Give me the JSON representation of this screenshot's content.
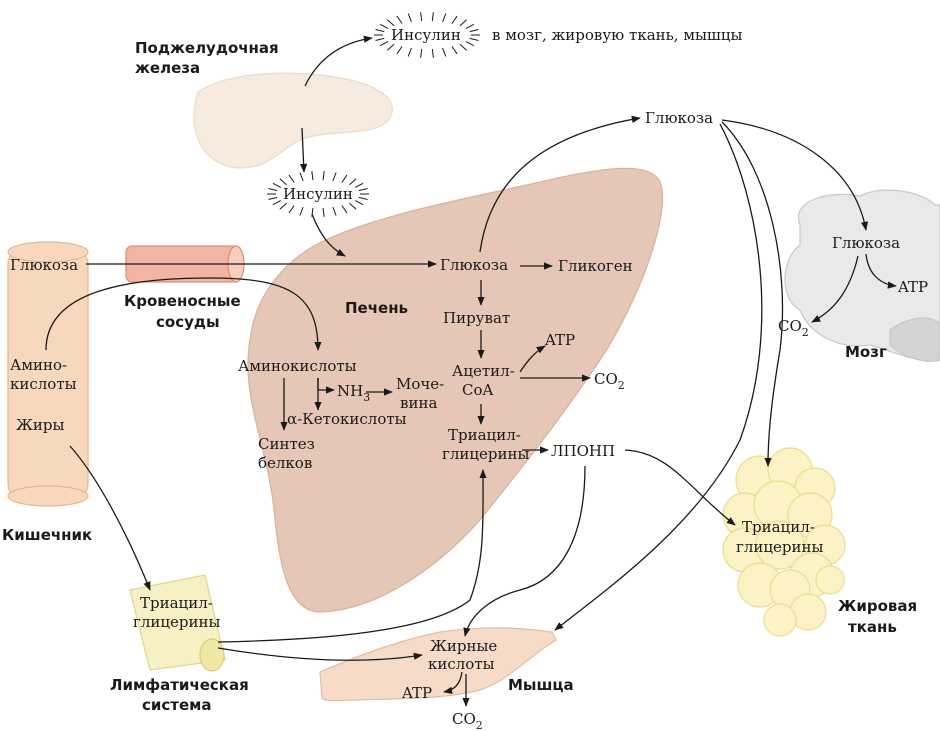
{
  "labels": {
    "pancreas_l1": "Поджелудочная",
    "pancreas_l2": "железа",
    "insulin_top": "Инсулин",
    "insulin_targets": "в мозг, жировую ткань, мышцы",
    "insulin_mid": "Инсулин",
    "glucose_top": "Глюкоза",
    "glucose_left": "Глюкоза",
    "vessels_l1": "Кровеносные",
    "vessels_l2": "сосуды",
    "amino_l1": "Амино-",
    "amino_l2": "кислоты",
    "fats": "Жиры",
    "intestine": "Кишечник",
    "liver": "Печень",
    "liver_glucose": "Глюкоза",
    "glycogen": "Гликоген",
    "pyruvate": "Пируват",
    "atp_liver": "ATP",
    "acetyl_l1": "Ацетил-",
    "acetyl_l2": "CoA",
    "co2_liver": "CO",
    "co2_sub": "2",
    "liver_amino": "Аминокислоты",
    "nh3": "NH",
    "nh3_sub": "3",
    "urea_l1": "Моче-",
    "urea_l2": "вина",
    "ketoacids": "α-Кетокислоты",
    "protein_l1": "Синтез",
    "protein_l2": "белков",
    "tag_liver_l1": "Триацил-",
    "tag_liver_l2": "глицерины",
    "vldl": "ЛПОНП",
    "brain_glucose": "Глюкоза",
    "atp_brain": "ATP",
    "co2_brain": "CO",
    "co2_brain_sub": "2",
    "brain": "Мозг",
    "tag_fat_l1": "Триацил-",
    "tag_fat_l2": "глицерины",
    "adipose_l1": "Жировая",
    "adipose_l2": "ткань",
    "tag_lymph_l1": "Триацил-",
    "tag_lymph_l2": "глицерины",
    "lymph_l1": "Лимфатическая",
    "lymph_l2": "система",
    "fa_l1": "Жирные",
    "fa_l2": "кислоты",
    "atp_muscle": "ATP",
    "co2_muscle": "CO",
    "co2_muscle_sub": "2",
    "muscle": "Мышца"
  },
  "colors": {
    "liver": "#e6c6b6",
    "liver_edge": "#d9b19c",
    "pancreas": "#f6ebde",
    "intestine": "#f8d8bd",
    "intestine_edge": "#e8b58f",
    "vessel": "#f2b5a3",
    "vessel_edge": "#e08a74",
    "brain": "#e9e9e9",
    "brain_edge": "#c8c8c8",
    "adipose": "#fbf2c6",
    "adipose_edge": "#eddc8e",
    "lymph": "#f7f0c4",
    "muscle": "#f6dcc8",
    "muscle_edge": "#e2bca2"
  }
}
